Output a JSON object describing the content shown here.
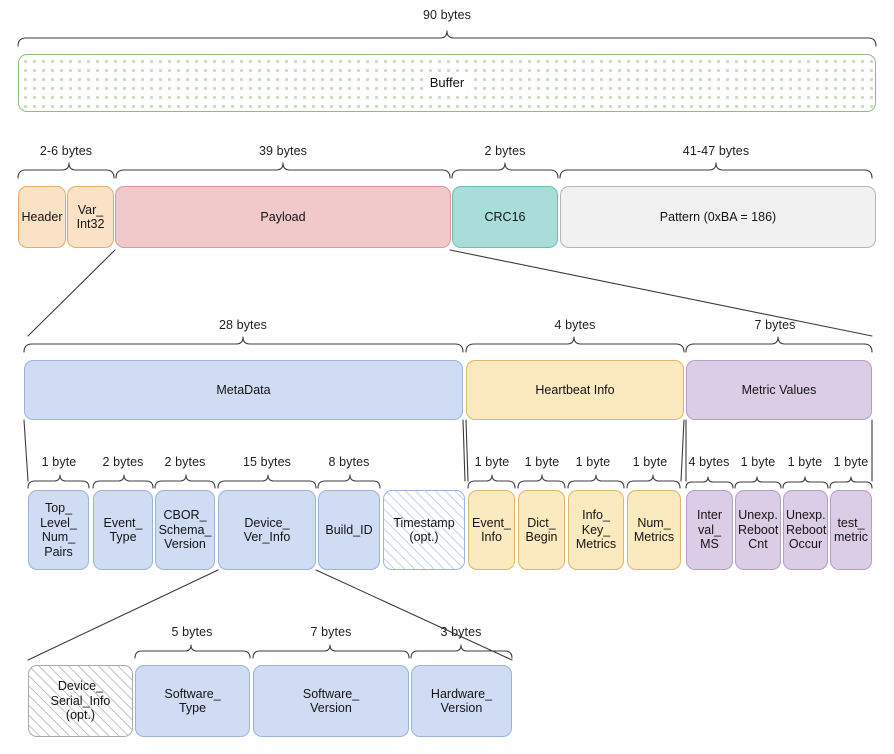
{
  "diagram": {
    "title": "Packet buffer byte-layout breakdown",
    "palette": {
      "orange": "#fbe2c6",
      "pink": "#f2c9ca",
      "teal": "#a9ddd9",
      "gray": "#f1f1f1",
      "blue": "#cfdcf3",
      "yellow": "#fbe9c0",
      "purple": "#dccde6",
      "dots_green": "#c4debb",
      "stroke": "#9aa4b4"
    },
    "rows": [
      {
        "id": "buffer",
        "name": "buffer-row",
        "braces": [
          {
            "label": "90 bytes"
          }
        ],
        "boxes": [
          {
            "label": "Buffer",
            "style": "dots"
          }
        ]
      },
      {
        "id": "packet",
        "name": "packet-row",
        "braces": [
          {
            "label": "2-6 bytes"
          },
          {
            "label": "39 bytes"
          },
          {
            "label": "2 bytes"
          },
          {
            "label": "41-47 bytes"
          }
        ],
        "boxes": [
          {
            "label": "Header",
            "style": "orange"
          },
          {
            "label": "Var_\nInt32",
            "style": "orange"
          },
          {
            "label": "Payload",
            "style": "pink"
          },
          {
            "label": "CRC16",
            "style": "teal"
          },
          {
            "label": "Pattern (0xBA = 186)",
            "style": "gray"
          }
        ]
      },
      {
        "id": "payload",
        "name": "payload-row",
        "braces": [
          {
            "label": "28 bytes"
          },
          {
            "label": "4 bytes"
          },
          {
            "label": "7 bytes"
          }
        ],
        "boxes": [
          {
            "label": "MetaData",
            "style": "blue"
          },
          {
            "label": "Heartbeat Info",
            "style": "yellow"
          },
          {
            "label": "Metric Values",
            "style": "purple"
          }
        ]
      },
      {
        "id": "fields",
        "name": "fields-row",
        "braces": [
          {
            "label": "1 byte"
          },
          {
            "label": "2 bytes"
          },
          {
            "label": "2 bytes"
          },
          {
            "label": "15 bytes"
          },
          {
            "label": "8 bytes"
          },
          {
            "label": "1 byte"
          },
          {
            "label": "1 byte"
          },
          {
            "label": "1 byte"
          },
          {
            "label": "1 byte"
          },
          {
            "label": "4 bytes"
          },
          {
            "label": "1 byte"
          },
          {
            "label": "1 byte"
          },
          {
            "label": "1 byte"
          }
        ],
        "boxes": [
          {
            "label": "Top_\nLevel_\nNum_\nPairs",
            "style": "blue"
          },
          {
            "label": "Event_\nType",
            "style": "blue"
          },
          {
            "label": "CBOR_\nSchema_\nVersion",
            "style": "blue"
          },
          {
            "label": "Device_\nVer_Info",
            "style": "blue"
          },
          {
            "label": "Build_ID",
            "style": "blue"
          },
          {
            "label": "Timestamp\n(opt.)",
            "style": "hatch-blue"
          },
          {
            "label": "Event_\nInfo",
            "style": "yellow"
          },
          {
            "label": "Dict_\nBegin",
            "style": "yellow"
          },
          {
            "label": "Info_\nKey_\nMetrics",
            "style": "yellow"
          },
          {
            "label": "Num_\nMetrics",
            "style": "yellow"
          },
          {
            "label": "Inter\nval_\nMS",
            "style": "purple"
          },
          {
            "label": "Unexp.\nReboot\nCnt",
            "style": "purple"
          },
          {
            "label": "Unexp.\nReboot\nOccur",
            "style": "purple"
          },
          {
            "label": "test_\nmetric",
            "style": "purple"
          }
        ]
      },
      {
        "id": "deviceverinfo",
        "name": "device-ver-info-row",
        "braces": [
          {
            "label": "5 bytes"
          },
          {
            "label": "7 bytes"
          },
          {
            "label": "3 bytes"
          }
        ],
        "boxes": [
          {
            "label": "Device_\nSerial_Info\n(opt.)",
            "style": "hatch-gray"
          },
          {
            "label": "Software_\nType",
            "style": "blue"
          },
          {
            "label": "Software_\nVersion",
            "style": "blue"
          },
          {
            "label": "Hardware_\nVersion",
            "style": "blue"
          }
        ]
      }
    ]
  }
}
